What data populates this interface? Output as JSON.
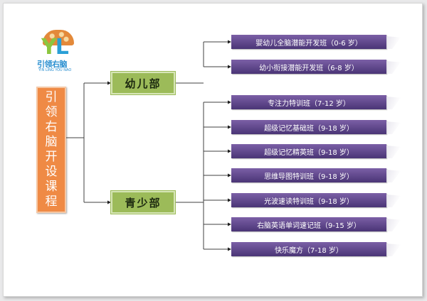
{
  "logo": {
    "letters_y": "Y",
    "letters_l": "L",
    "name_cn": "引领右脑",
    "name_en": "YIN LING YOU NAO"
  },
  "root": {
    "label_chars": [
      "引",
      "领",
      "右",
      "脑",
      "开",
      "设",
      "课",
      "程"
    ]
  },
  "departments": [
    {
      "label": "幼儿部",
      "courses": [
        "婴幼儿全脑潜能开发班（0-6 岁）",
        "幼小衔接潜能开发班（6-8 岁）"
      ]
    },
    {
      "label": "青少部",
      "courses": [
        "专注力特训班（7-12 岁）",
        "超级记忆基础班（9-18 岁）",
        "超级记忆精英班（9-18 岁）",
        "思维导图特训班（9-18 岁）",
        "光波速读特训班（9-18 岁）",
        "右脑英语单词速记班（9-15 岁）",
        "快乐魔方（7-18 岁）"
      ]
    }
  ],
  "colors": {
    "root_fill": "#ef8a45",
    "dept_fill": "#9cbb59",
    "course_fill": "#5a4289",
    "connector": "#404040"
  }
}
